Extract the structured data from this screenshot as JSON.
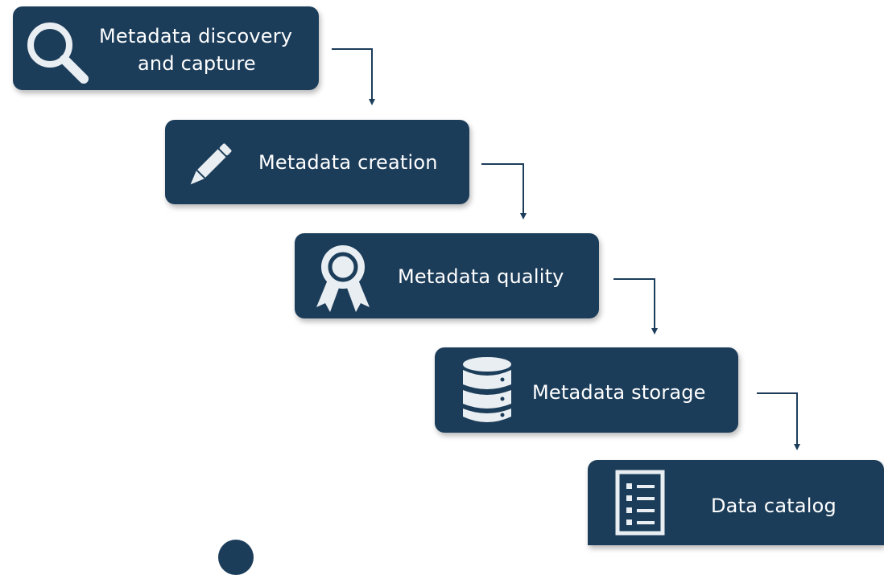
{
  "colors": {
    "box": "#1c3d5a",
    "text": "#ffffff",
    "icon": "#e9eef2",
    "connector": "#1c3d5a"
  },
  "steps": [
    {
      "id": "discovery",
      "icon": "magnifier-icon",
      "label_lines": [
        "Metadata discovery",
        "and capture"
      ]
    },
    {
      "id": "creation",
      "icon": "pencil-icon",
      "label": "Metadata creation"
    },
    {
      "id": "quality",
      "icon": "award-ribbon-icon",
      "label": "Metadata quality"
    },
    {
      "id": "storage",
      "icon": "database-icon",
      "label": "Metadata storage"
    },
    {
      "id": "catalog",
      "icon": "checklist-document-icon",
      "label": "Data catalog"
    }
  ]
}
